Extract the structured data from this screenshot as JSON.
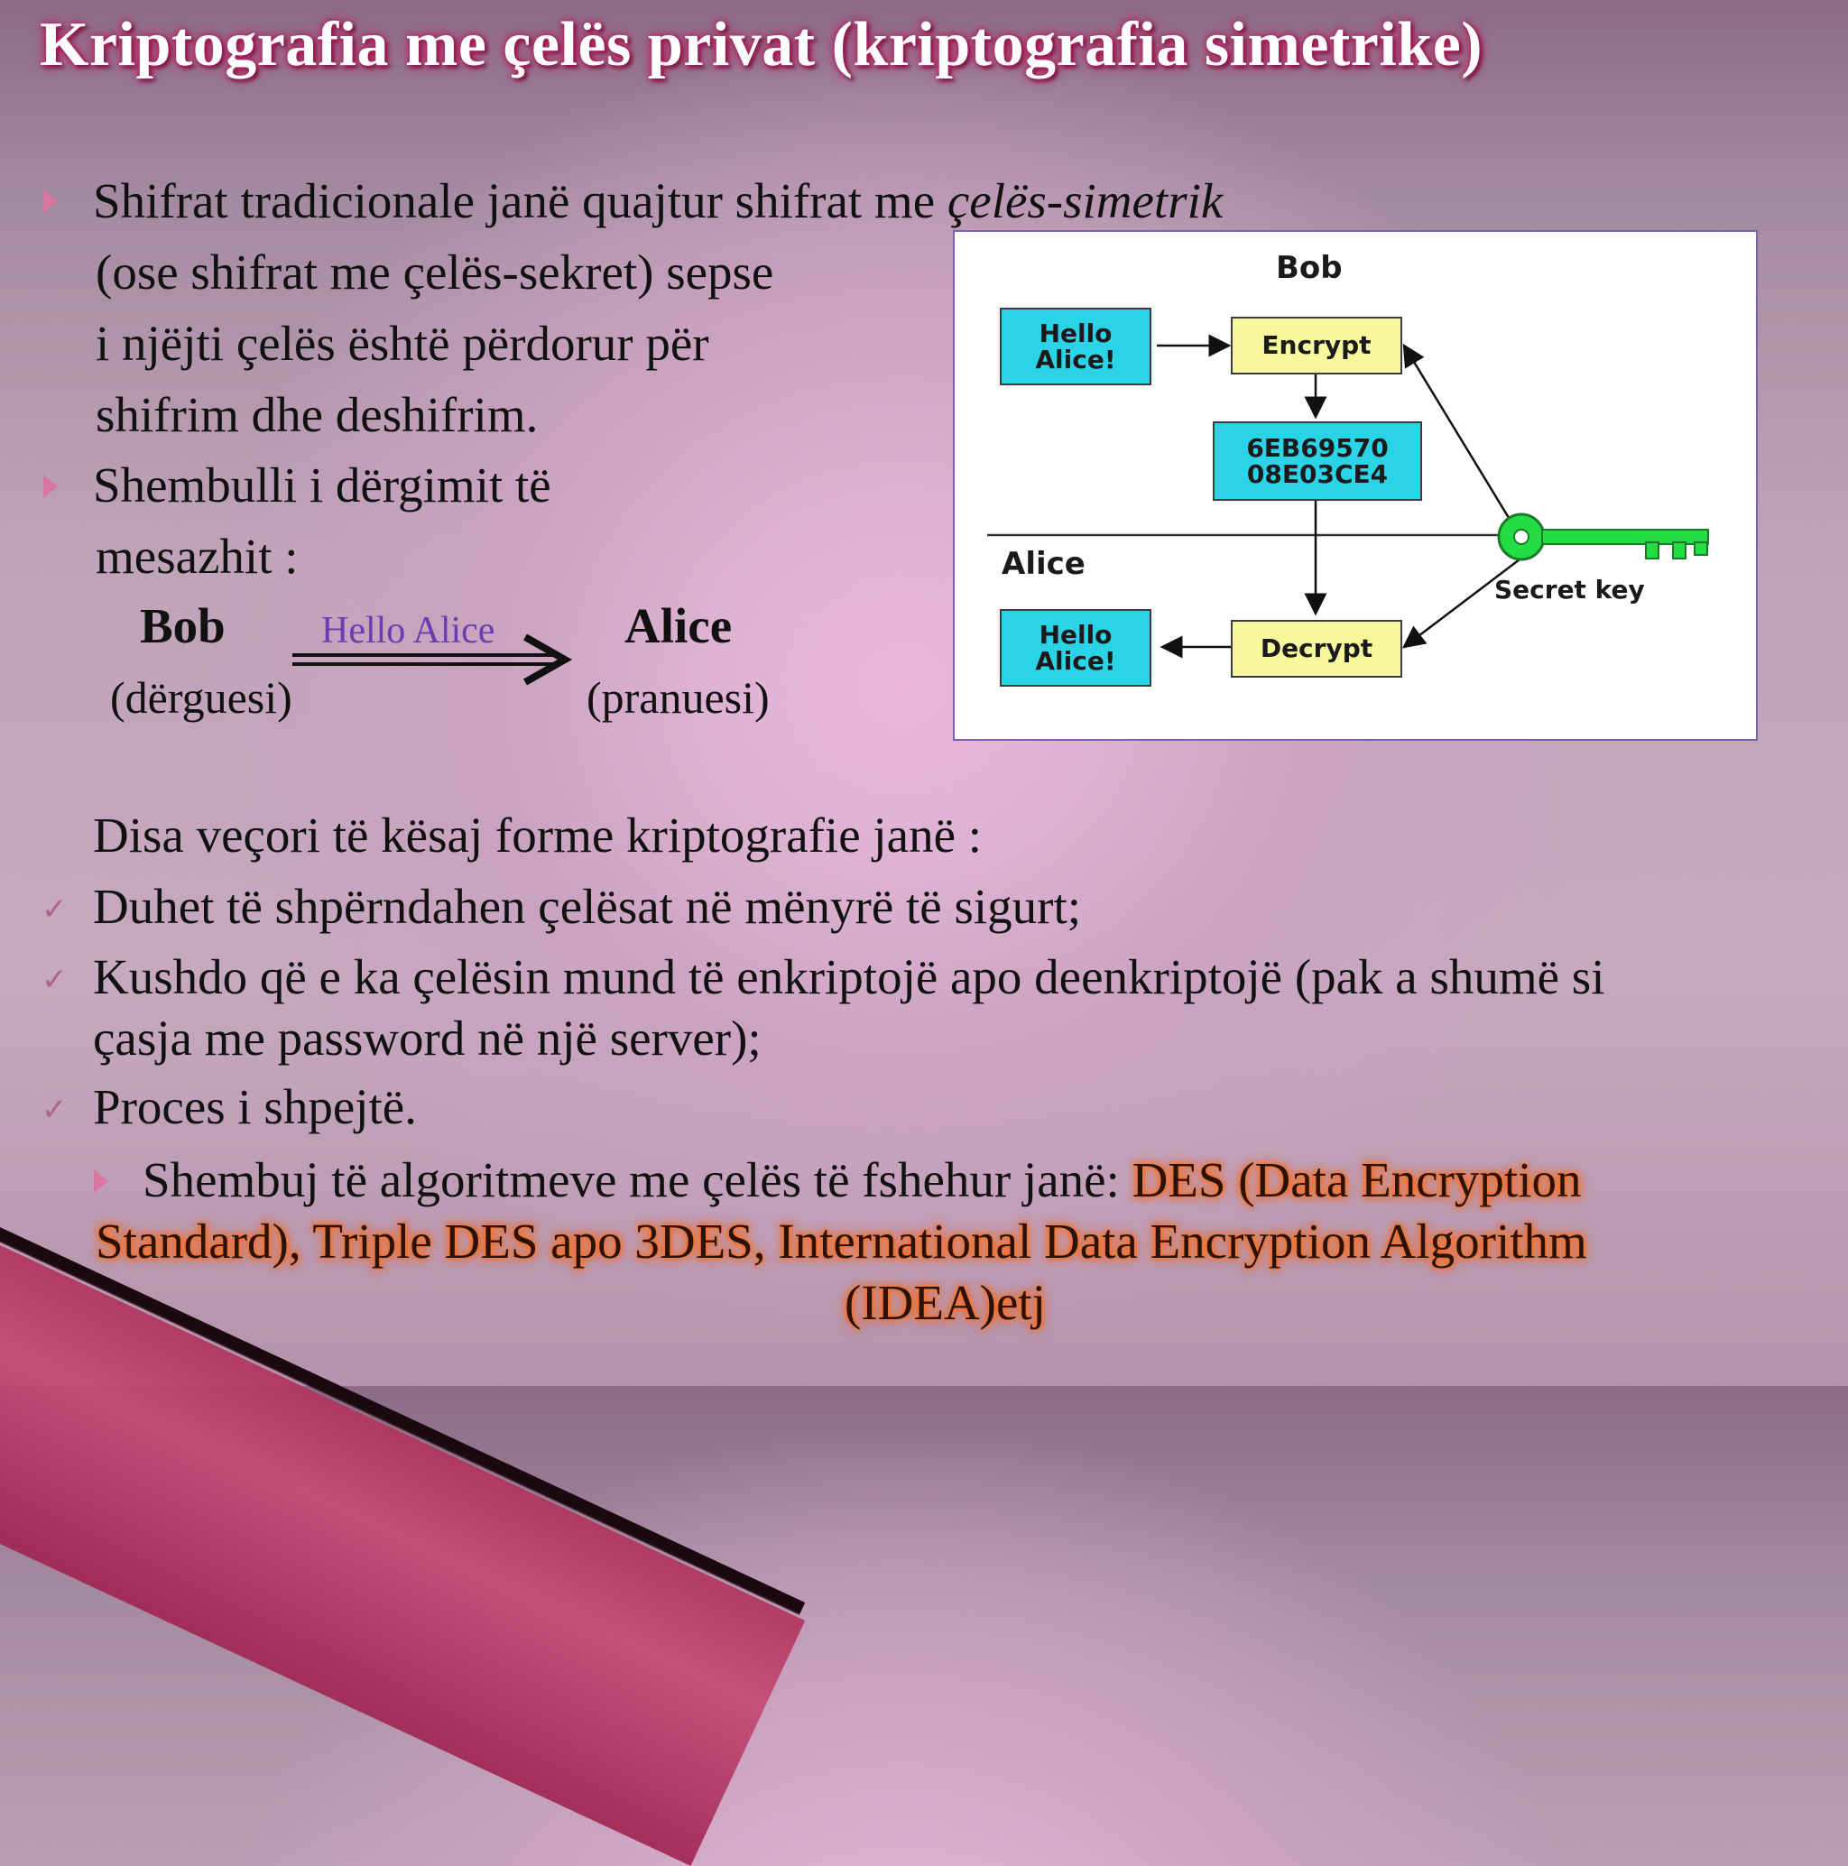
{
  "title": "Kriptografia me çelës privat (kriptografia simetrike)",
  "bullet1": {
    "line1_a": "Shifrat tradicionale janë quajtur shifrat me ",
    "line1_em": "çelës-simetrik",
    "line2": "(ose shifrat me çelës-sekret) sepse",
    "line3": "i njëjti çelës është përdorur për",
    "line4": "shifrim dhe deshifrim."
  },
  "bullet2": {
    "line1": "Shembulli i dërgimit të",
    "line2": "mesazhit :"
  },
  "example": {
    "sender": "Bob",
    "sender_role": "(dërguesi)",
    "message": "Hello Alice",
    "receiver": "Alice",
    "receiver_role": "(pranuesi)"
  },
  "diagram": {
    "bob": "Bob",
    "alice": "Alice",
    "plaintext_top": "Hello Alice!",
    "encrypt": "Encrypt",
    "cipher_l1": "6EB69570",
    "cipher_l2": "08E03CE4",
    "decrypt": "Decrypt",
    "plaintext_bottom": "Hello Alice!",
    "secret_key": "Secret key",
    "colors": {
      "cyan": "#2bd3e6",
      "yellow": "#f7f79d",
      "key": "#22dd44"
    }
  },
  "features": {
    "intro": "Disa veçori të kësaj forme kriptografie janë :",
    "item1": "Duhet të shpërndahen çelësat në mënyrë të sigurt;",
    "item2_l1": "Kushdo që e ka çelësin mund të enkriptojë apo deenkriptojë (pak a shumë  si",
    "item2_l2": "çasja me password në një server);",
    "item3": "Proces i shpejtë."
  },
  "algorithms": {
    "lead": "Shembuj të algoritmeve me çelës të fshehur janë: ",
    "l1_highlight": "DES (Data Encryption",
    "l2": "Standard),   Triple DES apo 3DES, International Data Encryption Algorithm",
    "l3": "(IDEA)etj"
  }
}
